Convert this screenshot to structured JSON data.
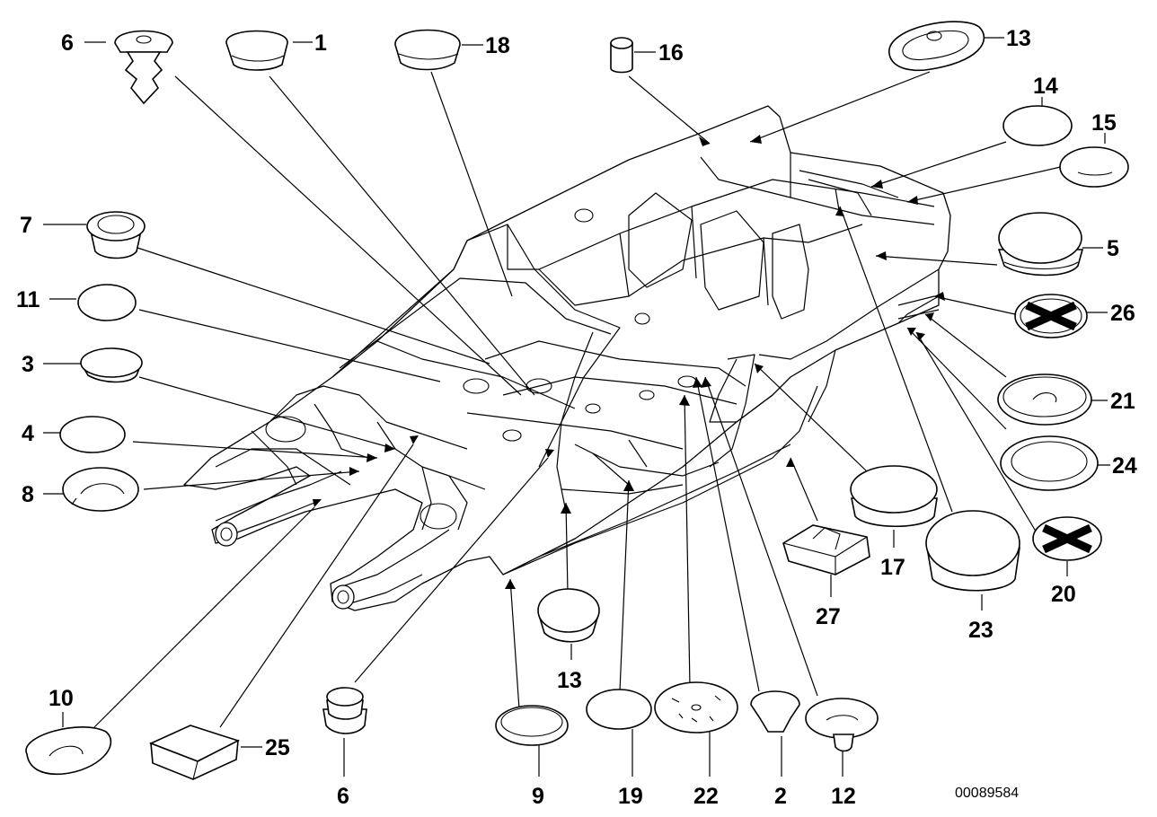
{
  "diagram": {
    "document_id": "00089584",
    "callouts": [
      "6",
      "1",
      "18",
      "16",
      "13",
      "14",
      "15",
      "7",
      "5",
      "26",
      "11",
      "3",
      "21",
      "4",
      "24",
      "8",
      "17",
      "20",
      "27",
      "23",
      "10",
      "25",
      "6",
      "13",
      "9",
      "19",
      "22",
      "2",
      "12"
    ]
  }
}
